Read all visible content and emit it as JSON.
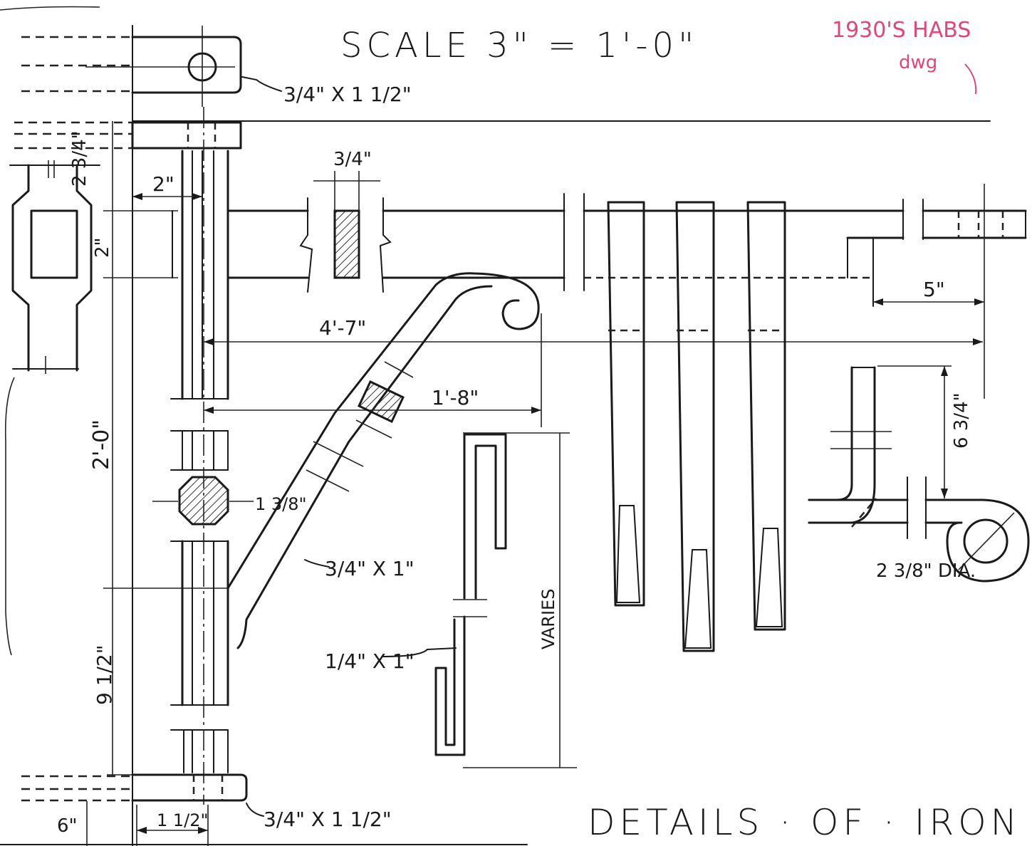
{
  "drawing": {
    "scale": "SCALE 3\" = 1'-0\"",
    "title": "DETAILS · OF · IRON",
    "margin_note_line1": "1930'S HABS",
    "margin_note_line2": "dwg"
  },
  "dimensions": {
    "top_strap": "3/4\" X 1 1/2\"",
    "bottom_strap": "3/4\" X 1 1/2\"",
    "bar_width": "3/4\"",
    "offset_2in": "2\"",
    "height_2_3_4": "2 3/4\"",
    "height_2in": "2\"",
    "length_4_7": "4'-7\"",
    "length_1_8": "1'-8\"",
    "height_2_0": "2'-0\"",
    "height_9_1_2": "9 1/2\"",
    "rod_dia": "1 3/8\"",
    "brace_size": "3/4\" X 1\"",
    "hook_size": "1/4\" X 1\"",
    "varies": "VARIES",
    "length_5": "5\"",
    "height_6_3_4": "6 3/4\"",
    "eye_dia": "2 3/8\" DIA.",
    "bottom_6": "6\"",
    "bottom_1_1_2": "1 1/2\""
  }
}
